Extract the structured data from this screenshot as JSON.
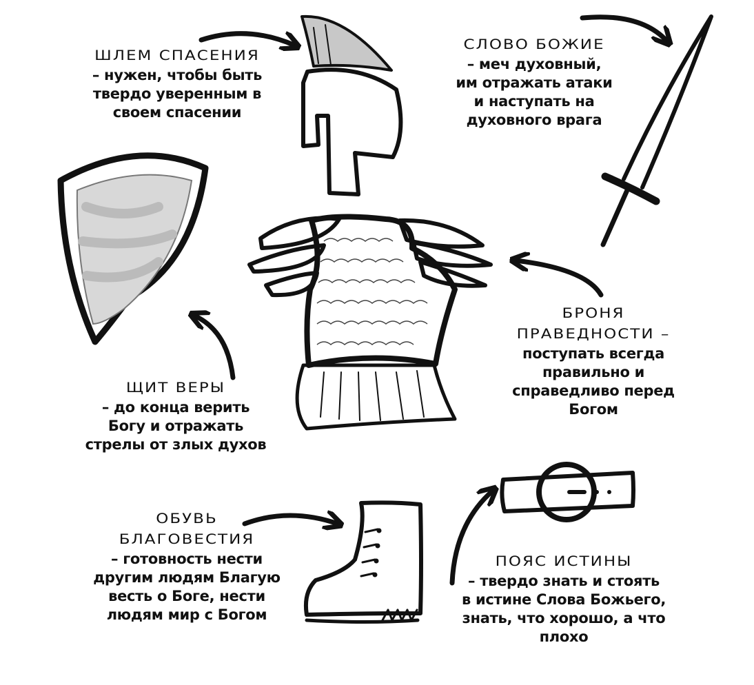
{
  "armor": {
    "helmet": {
      "title": "шлем спасения",
      "desc": [
        "– нужен, чтобы быть",
        "твердо уверенным в",
        "своем спасении"
      ]
    },
    "sword": {
      "title": "слово божие",
      "desc": [
        "– меч духовный,",
        "им отражать атаки",
        "и наступать на",
        "духовного врага"
      ]
    },
    "shield": {
      "title": "щит веры",
      "desc": [
        "– до конца верить",
        "Богу и отражать",
        "стрелы от злых духов"
      ]
    },
    "breastplate": {
      "title": [
        "броня",
        "праведности –"
      ],
      "desc": [
        "поступать всегда",
        "правильно и",
        "справедливо перед",
        "Богом"
      ]
    },
    "shoes": {
      "title": [
        "обувь",
        "благовестия"
      ],
      "desc": [
        "–  готовность нести",
        "другим людям Благую",
        "весть о Боге, нести",
        "людям мир с Богом"
      ]
    },
    "belt": {
      "title": "пояс истины",
      "desc": [
        "– твердо знать и стоять",
        "в истине Слова Божьего,",
        "знать, что хорошо, а что",
        "плохо"
      ]
    }
  },
  "colors": {
    "ink": "#111111",
    "shade": "#c8c8c8",
    "background": "#ffffff"
  }
}
